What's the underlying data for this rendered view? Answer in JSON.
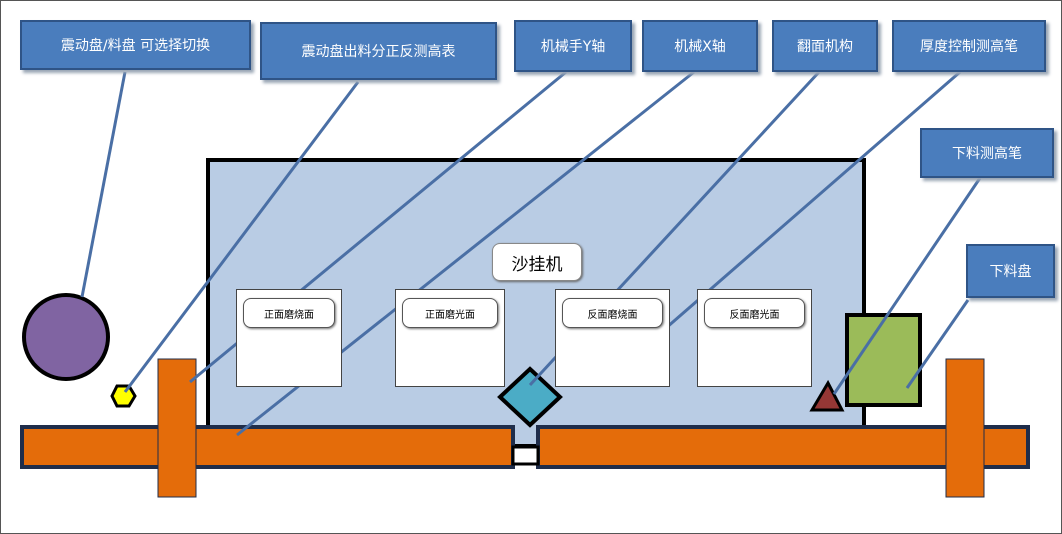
{
  "callouts": {
    "vibration_tray": "震动盘/料盘 可选择切换",
    "vibration_front_back": "震动盘出料分正反测高表",
    "robot_y_axis": "机械手Y轴",
    "robot_x_axis": "机械X轴",
    "flip_mechanism": "翻面机构",
    "thickness_pen": "厚度控制测高笔",
    "unload_pen": "下料测高笔",
    "unload_tray": "下料盘"
  },
  "machine_label": "沙挂机",
  "stations": [
    {
      "label": "正面磨烧面"
    },
    {
      "label": "正面磨光面"
    },
    {
      "label": "反面磨烧面"
    },
    {
      "label": "反面磨光面"
    }
  ],
  "colors": {
    "panel_fill": "#b9cce4",
    "callout_fill": "#4a7dbd",
    "rail_fill": "#e46c0a",
    "vibration_plate": "#8064a2",
    "unload_tray": "#9bbb59",
    "hexagon": "#ffff00",
    "diamond": "#4bacc6",
    "triangle": "#953735"
  }
}
